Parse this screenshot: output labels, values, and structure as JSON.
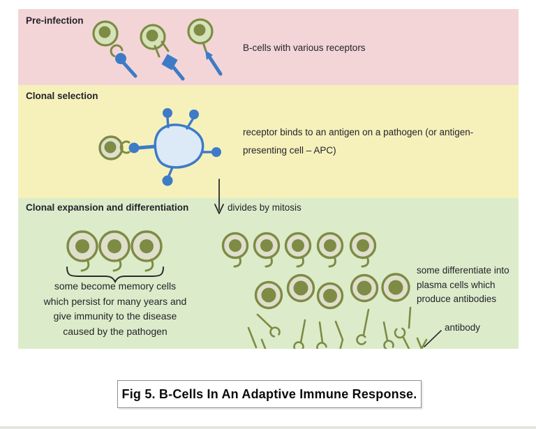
{
  "colors": {
    "band-pink": "#f3d5d7",
    "band-yellow": "#f6f1bb",
    "band-green": "#dcecca",
    "olive": "#7d8b44",
    "cell-fill-green": "#d6e2b8",
    "cell-fill-pale": "#dfdfcc",
    "blue": "#3d7bc7",
    "pathogen-fill": "#dce9f7",
    "ink": "#23232a",
    "caption-border": "#8d8d8d"
  },
  "bands": {
    "pre_infection": {
      "title": "Pre-infection",
      "note": "B-cells with various receptors"
    },
    "clonal_selection": {
      "title": "Clonal selection",
      "note_line1": "receptor binds to an antigen on a pathogen (or antigen-",
      "note_line2": "presenting cell – APC)"
    },
    "clonal_expansion": {
      "title": "Clonal expansion and differentiation",
      "mitosis_label": "divides by mitosis",
      "memory_note": [
        "some become memory cells",
        "which persist for many years and",
        "give immunity to the disease",
        "caused by the pathogen"
      ],
      "plasma_note": [
        "some differentiate into",
        "plasma cells which",
        "produce antibodies"
      ],
      "antibody_label": "antibody"
    }
  },
  "figure_caption": "Fig 5. B-Cells In An Adaptive Immune Response."
}
